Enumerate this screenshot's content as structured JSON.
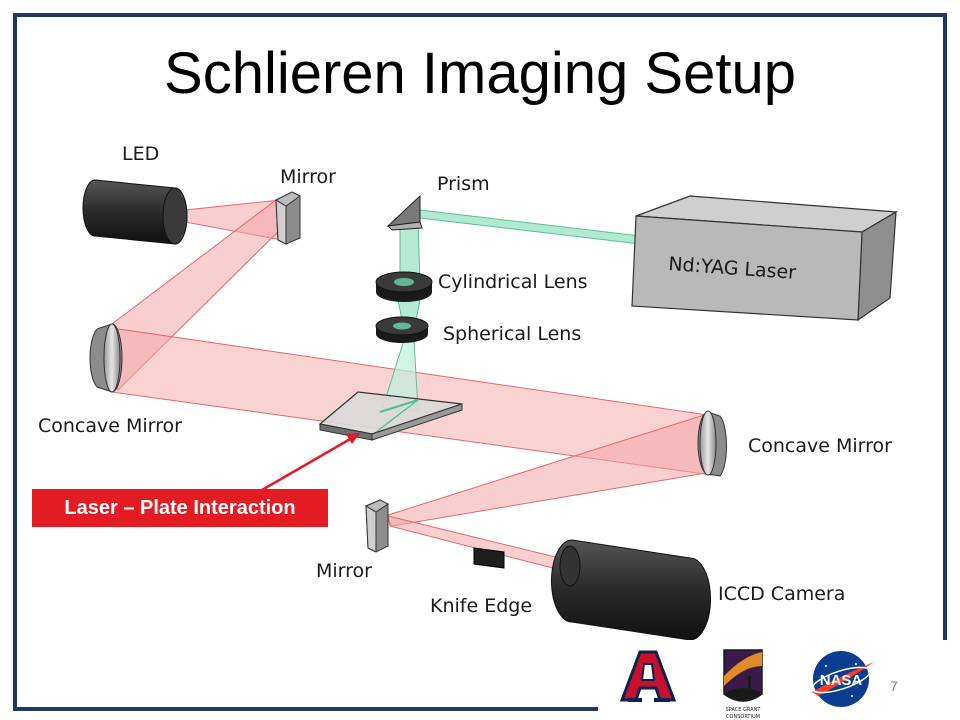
{
  "slide": {
    "title": "Schlieren Imaging Setup",
    "page_number": "7"
  },
  "labels": {
    "led": "LED",
    "mirror_top": "Mirror",
    "prism": "Prism",
    "laser": "Nd:YAG Laser",
    "cyl_lens": "Cylindrical Lens",
    "sph_lens": "Spherical Lens",
    "concave_left": "Concave Mirror",
    "concave_right": "Concave Mirror",
    "mirror_bottom": "Mirror",
    "knife_edge": "Knife Edge",
    "camera": "ICCD Camera"
  },
  "callout": {
    "text": "Laser – Plate Interaction"
  },
  "logos": {
    "nasa_text": "NASA",
    "space_grant_line1": "SPACE GRANT",
    "space_grant_line2": "CONSORTIUM"
  },
  "colors": {
    "frame": "#1f3864",
    "beam_fill": "#f4a6a6",
    "beam_stroke": "#e06a6a",
    "laser_beam": "#9fe3c6",
    "callout": "#e31b23",
    "ua_red": "#c8102e",
    "ua_blue": "#0c234b",
    "nasa_blue": "#0b3d91"
  }
}
